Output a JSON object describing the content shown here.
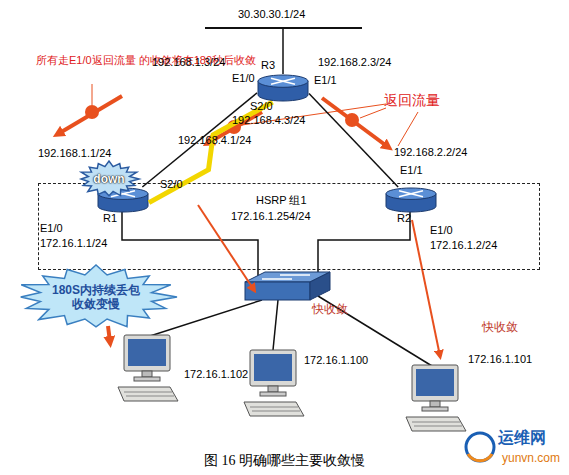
{
  "diagram": {
    "caption": "图 16 明确哪些主要收敛慢",
    "nodes": [
      {
        "text": [
          "R3"
        ]
      },
      {
        "text": [
          "down"
        ]
      },
      {
        "text": [
          "HSRP 组1",
          "172.16.1.254/24"
        ]
      },
      {
        "text": [
          "R1"
        ],
        "in": 2
      },
      {
        "text": [
          "R2"
        ],
        "in": 2
      },
      {
        "text": [
          "180S内持续丢包 收敛变慢"
        ]
      },
      {
        "text": [
          "172.16.1.102"
        ]
      },
      {
        "text": [
          "172.16.1.100"
        ]
      },
      {
        "text": [
          "172.16.1.101"
        ]
      }
    ],
    "edges": [
      {
        "from": 0,
        "to": 3,
        "arrow": "none"
      },
      {
        "from": 0,
        "to": 3,
        "arrow": "none"
      },
      {
        "from": 0,
        "to": 4,
        "arrow": "none"
      }
    ],
    "labels": [
      "30.30.30.1/24",
      "所有走E1/0返回流量 的收敛将在180秒后收敛",
      "192.168.1.3/24",
      "E1/0",
      "192.168.2.3/24",
      "E1/1",
      "S2/0",
      "192.168.4.3/24",
      "返回流量",
      "192.168.4.1/24",
      "192.168.1.1/24",
      "S2/0",
      "192.168.2.2/24",
      "E1/1",
      "E1/0",
      "172.16.1.1/24",
      "E1/0",
      "172.16.1.2/24",
      "快收敛",
      "快收敛",
      "运维网",
      "yunvn.com"
    ]
  }
}
